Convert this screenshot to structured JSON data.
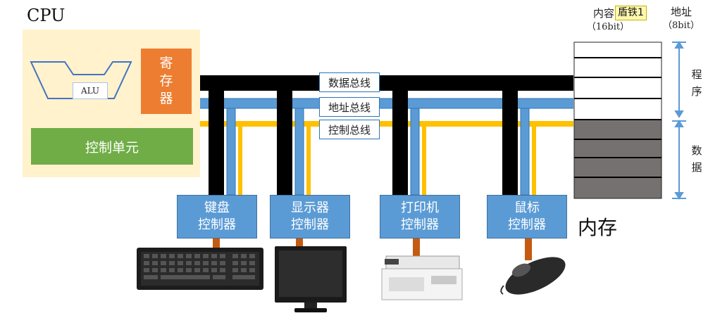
{
  "cpu": {
    "title": "CPU",
    "alu_label": "ALU",
    "register_label": [
      "寄",
      "存",
      "器"
    ],
    "control_unit_label": "控制单元"
  },
  "buses": {
    "data_bus": "数据总线",
    "address_bus": "地址总线",
    "control_bus": "控制总线"
  },
  "controllers": [
    {
      "line1": "键盘",
      "line2": "控制器",
      "device": "keyboard"
    },
    {
      "line1": "显示器",
      "line2": "控制器",
      "device": "monitor"
    },
    {
      "line1": "打印机",
      "line2": "控制器",
      "device": "printer"
    },
    {
      "line1": "鼠标",
      "line2": "控制器",
      "device": "mouse"
    }
  ],
  "memory": {
    "title": "内存",
    "content_label": "内容",
    "content_width": "（16bit）",
    "address_label": "地址",
    "address_width": "（8bit）",
    "program_label": [
      "程",
      "序"
    ],
    "data_label": [
      "数",
      "据"
    ],
    "sticker": "盾铁1"
  },
  "colors": {
    "data_bus": "#000000",
    "address_bus": "#5b9bd5",
    "control_bus": "#ffc000",
    "cpu_bg": "#fff2cc",
    "register": "#ed7d31",
    "control_unit": "#70ad47",
    "controller": "#5b9bd5",
    "device_link": "#c55a11",
    "memory_data_region": "#767171"
  }
}
